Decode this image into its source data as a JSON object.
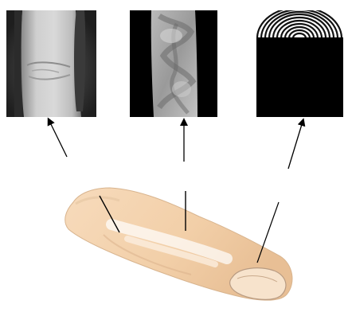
{
  "panels": [
    {
      "id": "finger-joint-xray",
      "icon": "finger-joint-xray-image"
    },
    {
      "id": "finger-vein",
      "icon": "finger-vein-image"
    },
    {
      "id": "fingerprint",
      "icon": "fingerprint-image"
    }
  ],
  "colors": {
    "background": "#ffffff",
    "skin": "#f4d3b0",
    "skin_shadow": "#e5b88d",
    "skin_outline": "#b89b82",
    "arrow": "#000000"
  }
}
